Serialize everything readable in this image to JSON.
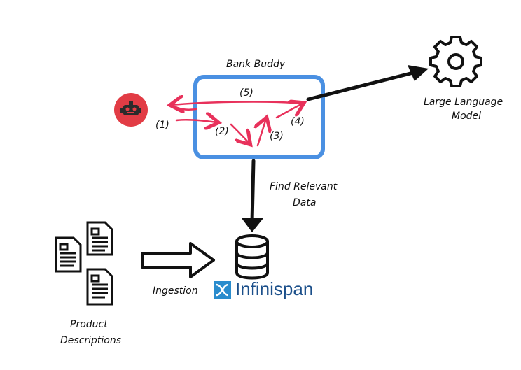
{
  "diagram": {
    "app_box_label": "Bank Buddy",
    "llm_label_line1": "Large Language",
    "llm_label_line2": "Model",
    "find_label_line1": "Find Relevant",
    "find_label_line2": "Data",
    "ingestion_label": "Ingestion",
    "product_label_line1": "Product",
    "product_label_line2": "Descriptions",
    "datastore_name": "Infinispan",
    "steps": [
      "(1)",
      "(2)",
      "(3)",
      "(4)",
      "(5)"
    ],
    "colors": {
      "box_border": "#4a90e2",
      "flow_arrows": "#e8315b",
      "bot_circle": "#e23c45",
      "datastore_logo": "#1b4f8a",
      "ink": "#111111"
    },
    "icons": [
      "robot-icon",
      "gear-icon",
      "database-icon",
      "document-icon",
      "infinispan-logo-icon"
    ]
  }
}
